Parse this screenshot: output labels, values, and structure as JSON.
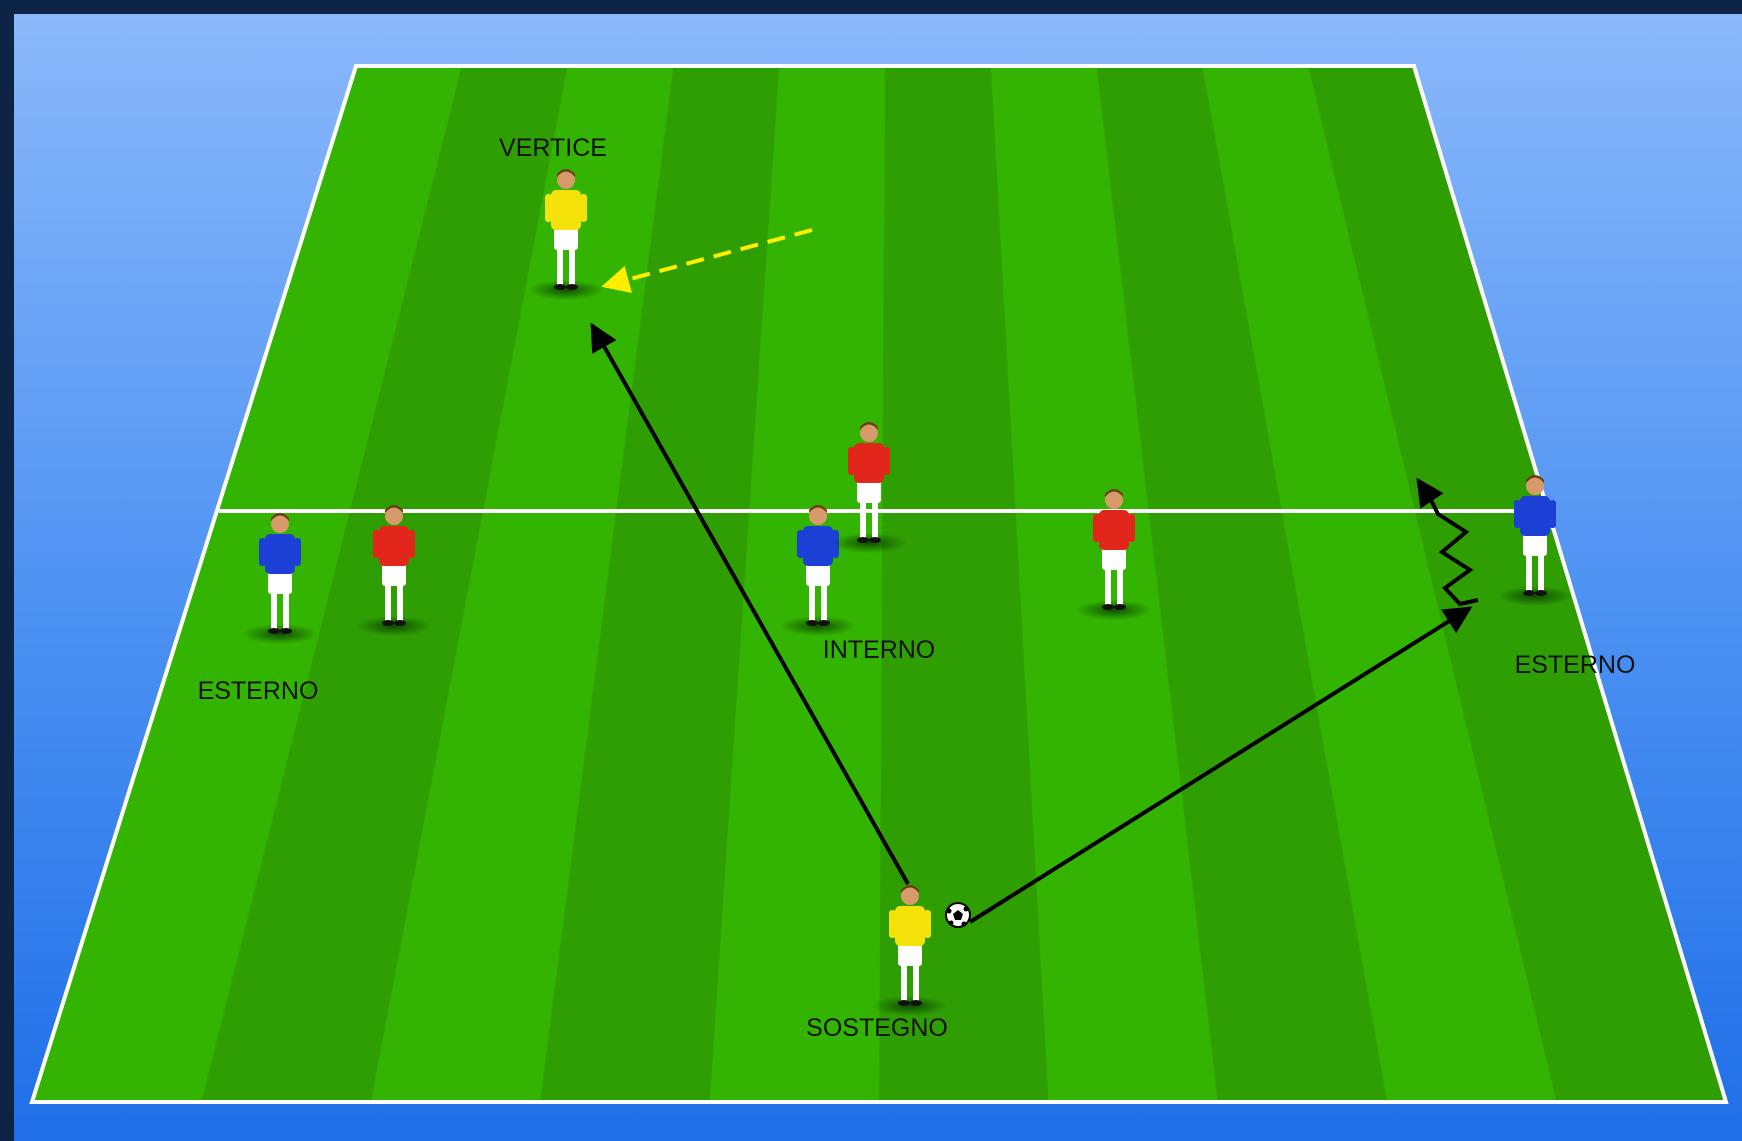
{
  "diagram": {
    "labels": {
      "vertice": "VERTICE",
      "interno": "INTERNO",
      "esterno_left": "ESTERNO",
      "esterno_right": "ESTERNO",
      "sostegno": "SOSTEGNO"
    },
    "colors": {
      "pitch_light": "#33b400",
      "pitch_dark": "#2e9e02",
      "lines": "#ffffff",
      "sky_top": "#8ab8fa",
      "sky_bottom": "#1f6fe8",
      "frame": "#0d2446",
      "team_yellow": "#f5e20a",
      "team_red": "#e3261c",
      "team_blue": "#1c3fd6",
      "arrow": "#000000",
      "movement_arrow": "#ffee00"
    },
    "players": [
      {
        "role": "vertice",
        "team": "yellow"
      },
      {
        "role": "sostegno",
        "team": "yellow"
      },
      {
        "role": "esterno-left",
        "team": "blue"
      },
      {
        "role": "interno",
        "team": "blue"
      },
      {
        "role": "esterno-right",
        "team": "blue"
      },
      {
        "role": "defender",
        "team": "red"
      },
      {
        "role": "defender",
        "team": "red"
      },
      {
        "role": "defender",
        "team": "red"
      }
    ],
    "arrows": [
      {
        "type": "pass",
        "from": "sostegno",
        "to": "vertice",
        "style": "solid"
      },
      {
        "type": "pass",
        "from": "sostegno",
        "to": "esterno-right",
        "style": "solid"
      },
      {
        "type": "dribble",
        "from": "esterno-right",
        "style": "zigzag"
      },
      {
        "type": "movement",
        "to": "vertice",
        "style": "dashed"
      }
    ],
    "icons": [
      "soccer-ball-icon"
    ]
  }
}
